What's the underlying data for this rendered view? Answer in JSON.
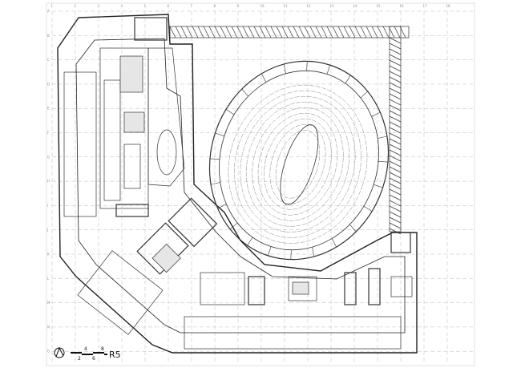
{
  "grid": {
    "columns": [
      "1",
      "2",
      "3",
      "4",
      "5",
      "6",
      "7",
      "8",
      "9",
      "10",
      "11",
      "12",
      "13",
      "14",
      "15",
      "16",
      "17",
      "18"
    ],
    "rows": [
      "A",
      "B",
      "C",
      "D",
      "E",
      "F",
      "G",
      "H",
      "I",
      "J",
      "K",
      "L",
      "M",
      "N",
      "O"
    ]
  },
  "scale_bar": {
    "ticks_below": [
      "2",
      "6"
    ],
    "ticks_above": [
      "4",
      "8"
    ],
    "level_label": "R5"
  },
  "colors": {
    "line": "#222222",
    "grid": "#bbbbbb",
    "fill": "#e6e6e6"
  }
}
